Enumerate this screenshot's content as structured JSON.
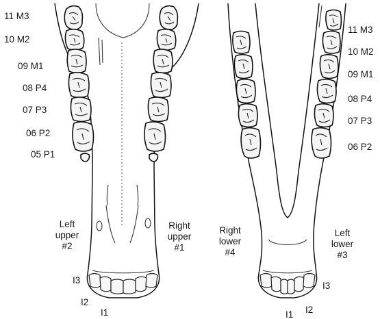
{
  "upper_jaw": {
    "tooth_labels": [
      "11 M3",
      "10 M2",
      "09 M1",
      "08 P4",
      "07 P3",
      "06 P2",
      "05 P1"
    ],
    "quadrant_left": [
      "Left",
      "upper",
      "#2"
    ],
    "quadrant_right": [
      "Right",
      "upper",
      "#1"
    ],
    "incisor_labels": [
      "I3",
      "I2",
      "I1"
    ]
  },
  "lower_jaw": {
    "tooth_labels": [
      "11 M3",
      "10 M2",
      "09 M1",
      "08 P4",
      "07 P3",
      "06 P2"
    ],
    "quadrant_left": [
      "Right",
      "lower",
      "#4"
    ],
    "quadrant_right": [
      "Left",
      "lower",
      "#3"
    ],
    "incisor_labels": [
      "I3",
      "I1",
      "I2"
    ]
  },
  "colors": {
    "line": "#111111",
    "tooth_fill": "#f4f4f4",
    "background": "#ffffff"
  }
}
